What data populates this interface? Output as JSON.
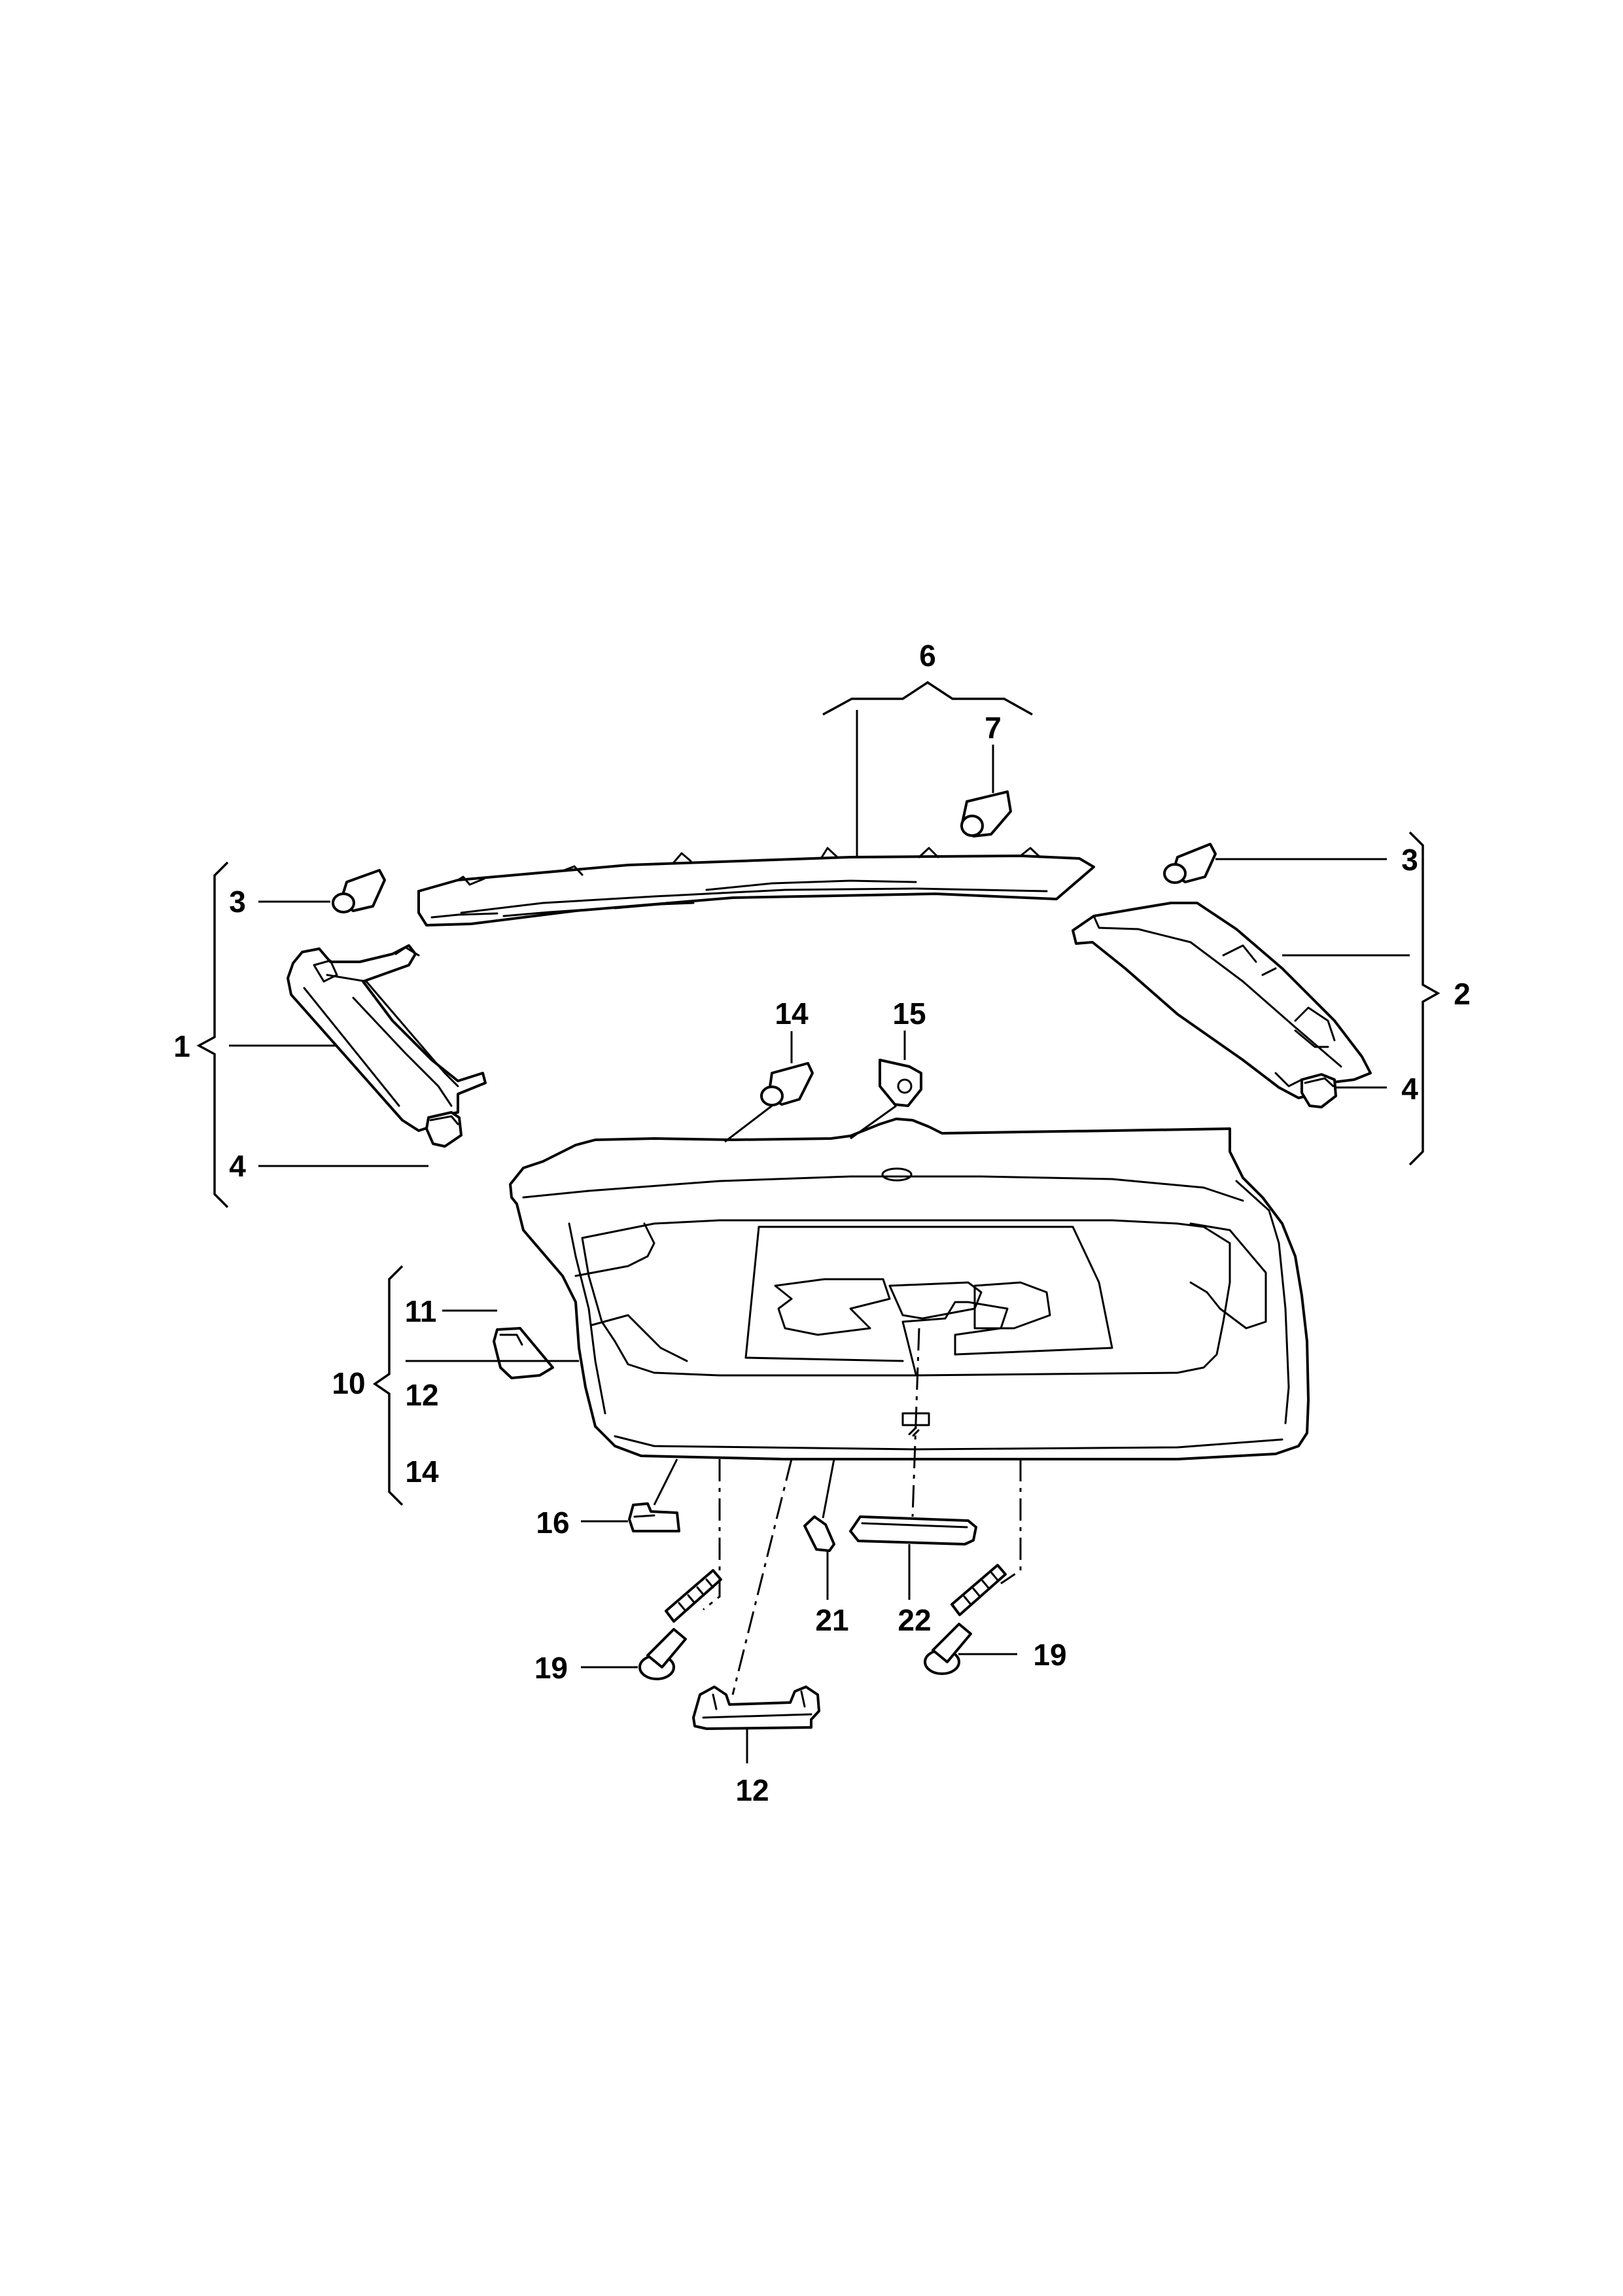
{
  "callouts": {
    "c1": "1",
    "c2": "2",
    "c3_left": "3",
    "c3_right": "3",
    "c4_left": "4",
    "c4_right": "4",
    "c6": "6",
    "c7": "7",
    "c10": "10",
    "c11": "11",
    "c12_group": "12",
    "c14_group": "14",
    "c14_clip": "14",
    "c15": "15",
    "c16": "16",
    "c19_left": "19",
    "c19_right": "19",
    "c12_handle": "12",
    "c21": "21",
    "c22": "22"
  },
  "colors": {
    "line": "#000000",
    "background": "#ffffff"
  }
}
